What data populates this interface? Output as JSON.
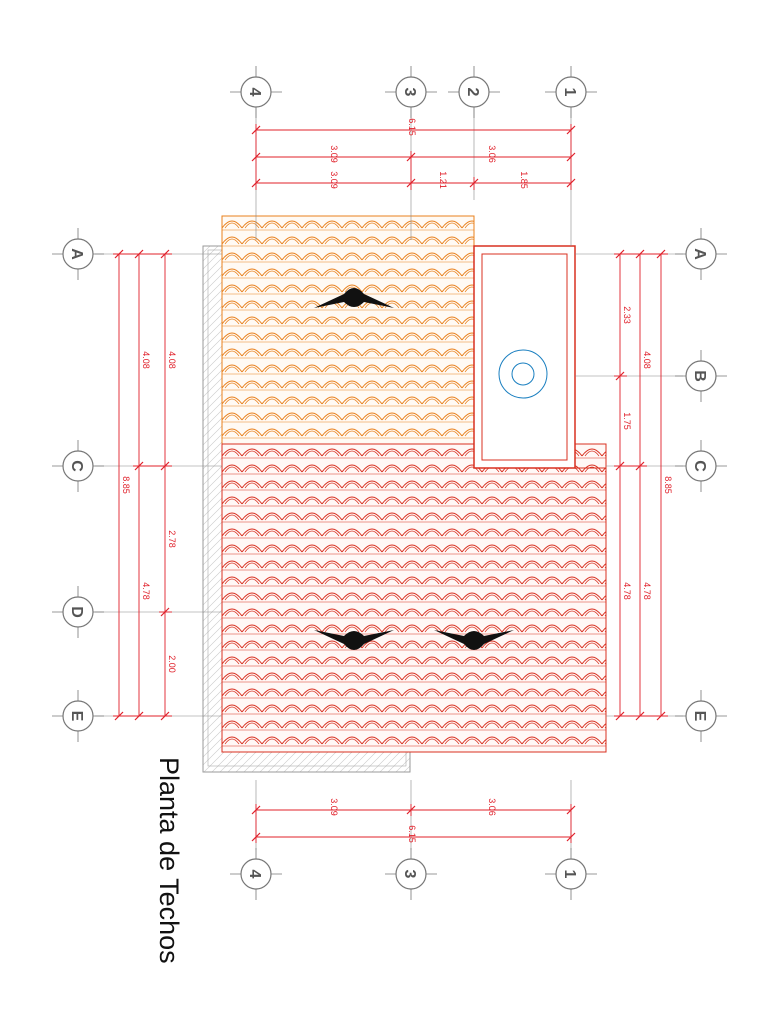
{
  "title": "Planta de Techos",
  "colors": {
    "dimension": "#e0202a",
    "tile_orange": "#e8801c",
    "tile_red": "#d83020",
    "grid": "#777777",
    "water_tank": "#1a7fc0"
  },
  "axes_vertical": {
    "top": [
      "4",
      "3",
      "2",
      "1"
    ],
    "bottom": [
      "4",
      "3",
      "1"
    ]
  },
  "axes_horizontal": {
    "left": [
      "A",
      "C",
      "D",
      "E"
    ],
    "right": [
      "A",
      "B",
      "C",
      "E"
    ]
  },
  "dimensions": {
    "top_total": "6.15",
    "top_row2": [
      "3.09",
      "3.06"
    ],
    "top_row3": [
      "3.09",
      "1.21",
      "1.85"
    ],
    "bottom_total": "6.15",
    "bottom_row": [
      "3.09",
      "3.06"
    ],
    "left_total": "8.85",
    "left_mid": [
      "4.08",
      "4.78"
    ],
    "left_inner": [
      "4.08",
      "2.78",
      "2.00"
    ],
    "right_total": "8.85",
    "right_mid": [
      "4.08",
      "4.78"
    ],
    "right_inner": [
      "2.33",
      "1.75",
      "4.78"
    ]
  }
}
